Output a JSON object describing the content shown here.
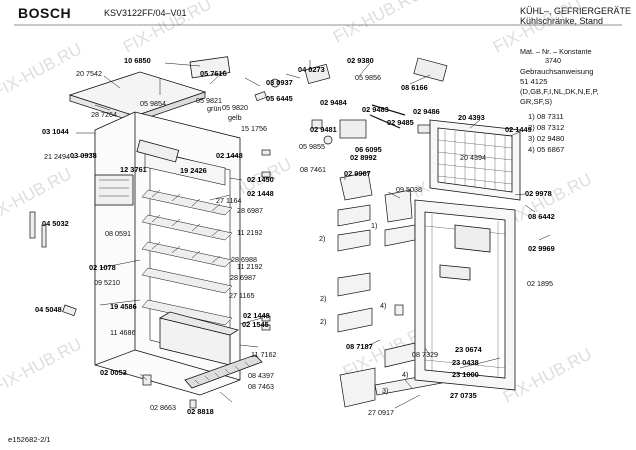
{
  "header": {
    "brand": "BOSCH",
    "model": "KSV3122FF/04–V01",
    "category_line1": "KÜHL–, GEFRIERGERÄTE",
    "category_line2": "Kühlschränke, Stand"
  },
  "info": {
    "mat_label": "Mat. – Nr. – Konstante",
    "mat_value": "3740",
    "manual_label": "Gebrauchsanweisung",
    "manual_number": "51 4125",
    "languages": "(D,GB,F,I,NL,DK,N,E,P,",
    "languages2": "GR,SF,S)",
    "footnotes": [
      "1) 08 7311",
      "2) 08 7312",
      "3) 02 9480",
      "4) 05 6867"
    ]
  },
  "footer": {
    "code": "e152682-2/1"
  },
  "watermark": "FIX-HUB.RU",
  "labels": [
    {
      "t": "10 6850",
      "b": true
    },
    {
      "t": "05 7616",
      "b": true
    },
    {
      "t": "03 0937",
      "b": true
    },
    {
      "t": "04 0273",
      "b": true
    },
    {
      "t": "02 9380",
      "b": true
    },
    {
      "t": "08 6166",
      "b": true
    },
    {
      "t": "20 7542",
      "b": false
    },
    {
      "t": "05 9854",
      "b": false
    },
    {
      "t": "28 7264",
      "b": false
    },
    {
      "t": "05 9821",
      "b": false
    },
    {
      "t": "grün",
      "b": false
    },
    {
      "t": "05 9820",
      "b": false
    },
    {
      "t": "gelb",
      "b": false
    },
    {
      "t": "15 1756",
      "b": false
    },
    {
      "t": "05 9856",
      "b": false
    },
    {
      "t": "05 6445",
      "b": true
    },
    {
      "t": "02 9484",
      "b": true
    },
    {
      "t": "02 9483",
      "b": true
    },
    {
      "t": "02 9486",
      "b": true
    },
    {
      "t": "02 9481",
      "b": true
    },
    {
      "t": "02 9485",
      "b": true
    },
    {
      "t": "03 1044",
      "b": true
    },
    {
      "t": "21 2494",
      "b": false
    },
    {
      "t": "03 0938",
      "b": true
    },
    {
      "t": "05 9855",
      "b": false
    },
    {
      "t": "06 6095",
      "b": true
    },
    {
      "t": "02 8992",
      "b": true
    },
    {
      "t": "20 4393",
      "b": true
    },
    {
      "t": "02 1449",
      "b": true
    },
    {
      "t": "20 4394",
      "b": false
    },
    {
      "t": "02 1448",
      "b": true
    },
    {
      "t": "12 3761",
      "b": true
    },
    {
      "t": "19 2426",
      "b": true
    },
    {
      "t": "02 1450",
      "b": true
    },
    {
      "t": "02 1448",
      "b": true
    },
    {
      "t": "08 7461",
      "b": false
    },
    {
      "t": "02 9967",
      "b": true
    },
    {
      "t": "27 1164",
      "b": false
    },
    {
      "t": "28 6987",
      "b": false
    },
    {
      "t": "09 5038",
      "b": false
    },
    {
      "t": "02 9978",
      "b": true
    },
    {
      "t": "08 6442",
      "b": true
    },
    {
      "t": "08 0591",
      "b": false
    },
    {
      "t": "11 2192",
      "b": false
    },
    {
      "t": "04 5032",
      "b": true
    },
    {
      "t": "1)",
      "b": false
    },
    {
      "t": "2)",
      "b": false
    },
    {
      "t": "28 6988",
      "b": false
    },
    {
      "t": "11 2192",
      "b": false
    },
    {
      "t": "02 1078",
      "b": true
    },
    {
      "t": "28 6987",
      "b": false
    },
    {
      "t": "09 5210",
      "b": false
    },
    {
      "t": "02 9969",
      "b": true
    },
    {
      "t": "2)",
      "b": false
    },
    {
      "t": "27 1165",
      "b": false
    },
    {
      "t": "04 5048",
      "b": true
    },
    {
      "t": "19 4586",
      "b": true
    },
    {
      "t": "02 1448",
      "b": true
    },
    {
      "t": "4)",
      "b": false
    },
    {
      "t": "02 1545",
      "b": true
    },
    {
      "t": "11 4686",
      "b": false
    },
    {
      "t": "02 1895",
      "b": false
    },
    {
      "t": "2)",
      "b": false
    },
    {
      "t": "11 7162",
      "b": false
    },
    {
      "t": "08 7187",
      "b": true
    },
    {
      "t": "08 7329",
      "b": false
    },
    {
      "t": "23 0674",
      "b": true
    },
    {
      "t": "23 0438",
      "b": true
    },
    {
      "t": "02 0053",
      "b": true
    },
    {
      "t": "08 4397",
      "b": false
    },
    {
      "t": "4)",
      "b": false
    },
    {
      "t": "23 1000",
      "b": true
    },
    {
      "t": "08 7463",
      "b": false
    },
    {
      "t": "27 0735",
      "b": true
    },
    {
      "t": "02 8663",
      "b": false
    },
    {
      "t": "02 8818",
      "b": true
    },
    {
      "t": "27 0917",
      "b": false
    },
    {
      "t": "3)",
      "b": false
    }
  ]
}
